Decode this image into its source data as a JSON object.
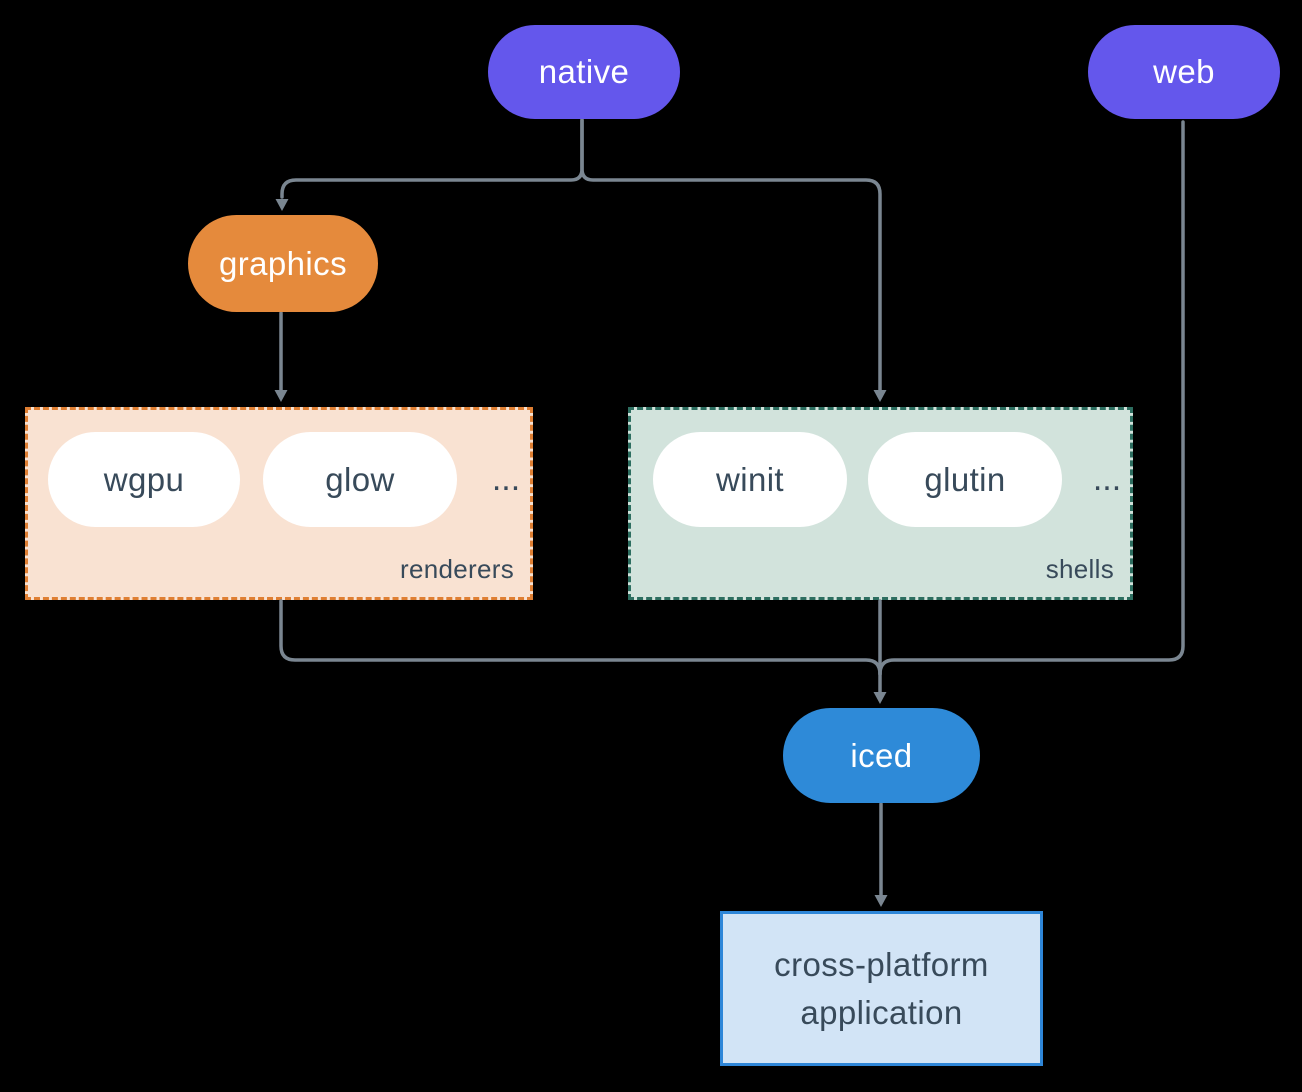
{
  "background_color": "#000000",
  "connector_color": "#7a8691",
  "nodes": {
    "native": {
      "label": "native",
      "fill": "#6457ec",
      "text_color": "#ffffff"
    },
    "web": {
      "label": "web",
      "fill": "#6457ec",
      "text_color": "#ffffff"
    },
    "graphics": {
      "label": "graphics",
      "fill": "#e58a3c",
      "text_color": "#ffffff"
    },
    "iced": {
      "label": "iced",
      "fill": "#2e8ad8",
      "text_color": "#ffffff"
    },
    "application": {
      "line1": "cross-platform",
      "line2": "application",
      "fill": "#d2e4f6",
      "border_color": "#2e86d8",
      "text_color": "#384a5a"
    }
  },
  "groups": {
    "renderers": {
      "label": "renderers",
      "items": [
        "wgpu",
        "glow"
      ],
      "ellipsis": "...",
      "fill": "#f9e2d2",
      "border_color": "#df7f33",
      "pill_fill": "#ffffff",
      "text_color": "#384a5a"
    },
    "shells": {
      "label": "shells",
      "items": [
        "winit",
        "glutin"
      ],
      "ellipsis": "...",
      "fill": "#d2e3dc",
      "border_color": "#2d6e60",
      "pill_fill": "#ffffff",
      "text_color": "#384a5a"
    }
  },
  "edges": [
    "native -> graphics",
    "native -> shells",
    "graphics -> renderers",
    "renderers -> iced",
    "shells -> iced",
    "web -> iced",
    "iced -> application"
  ]
}
